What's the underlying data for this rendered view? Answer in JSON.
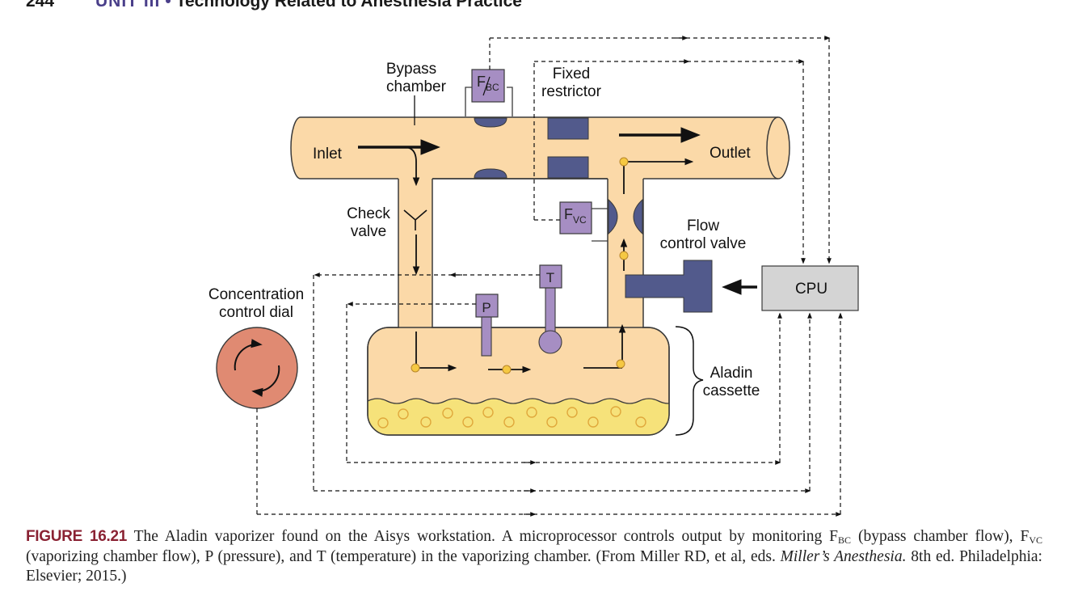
{
  "header": {
    "page_number": "244",
    "unit": "UNIT III",
    "separator": "•",
    "title": "Technology Related to Anesthesia Practice"
  },
  "diagram": {
    "labels": {
      "bypass_line1": "Bypass",
      "bypass_line2": "chamber",
      "fixed_line1": "Fixed",
      "fixed_line2": "restrictor",
      "inlet": "Inlet",
      "outlet": "Outlet",
      "check_line1": "Check",
      "check_line2": "valve",
      "flowvalve_line1": "Flow",
      "flowvalve_line2": "control valve",
      "conc_line1": "Concentration",
      "conc_line2": "control dial",
      "cpu": "CPU",
      "aladin_line1": "Aladin",
      "aladin_line2": "cassette",
      "sensor_fbc_main": "F",
      "sensor_fbc_sub": "BC",
      "sensor_fvc_main": "F",
      "sensor_fvc_sub": "VC",
      "sensor_t": "T",
      "sensor_p": "P"
    },
    "colors": {
      "pipe_fill": "#fbd9a8",
      "pipe_stroke": "#3a3a3a",
      "liquid_fill": "#f6e27a",
      "sensor_fill": "#a68ec3",
      "restrictor_fill": "#525a8c",
      "dial_fill": "#e08a72",
      "cpu_fill": "#d4d4d4",
      "bubble_fill": "#f5c842"
    }
  },
  "caption": {
    "label": "FIGURE 16.21",
    "text_a": " The Aladin vaporizer found on the Aisys workstation. A microprocessor controls output by monitoring F",
    "sub_bc": "BC",
    "text_b": " (bypass chamber flow), F",
    "sub_vc": "VC",
    "text_c": " (vaporizing chamber flow), P (pressure), and T (temperature) in the vaporizing chamber. (From Miller RD, et al, eds. ",
    "book": "Miller’s Anesthesia.",
    "text_d": " 8th ed. Philadelphia: Elsevier; 2015.)"
  }
}
